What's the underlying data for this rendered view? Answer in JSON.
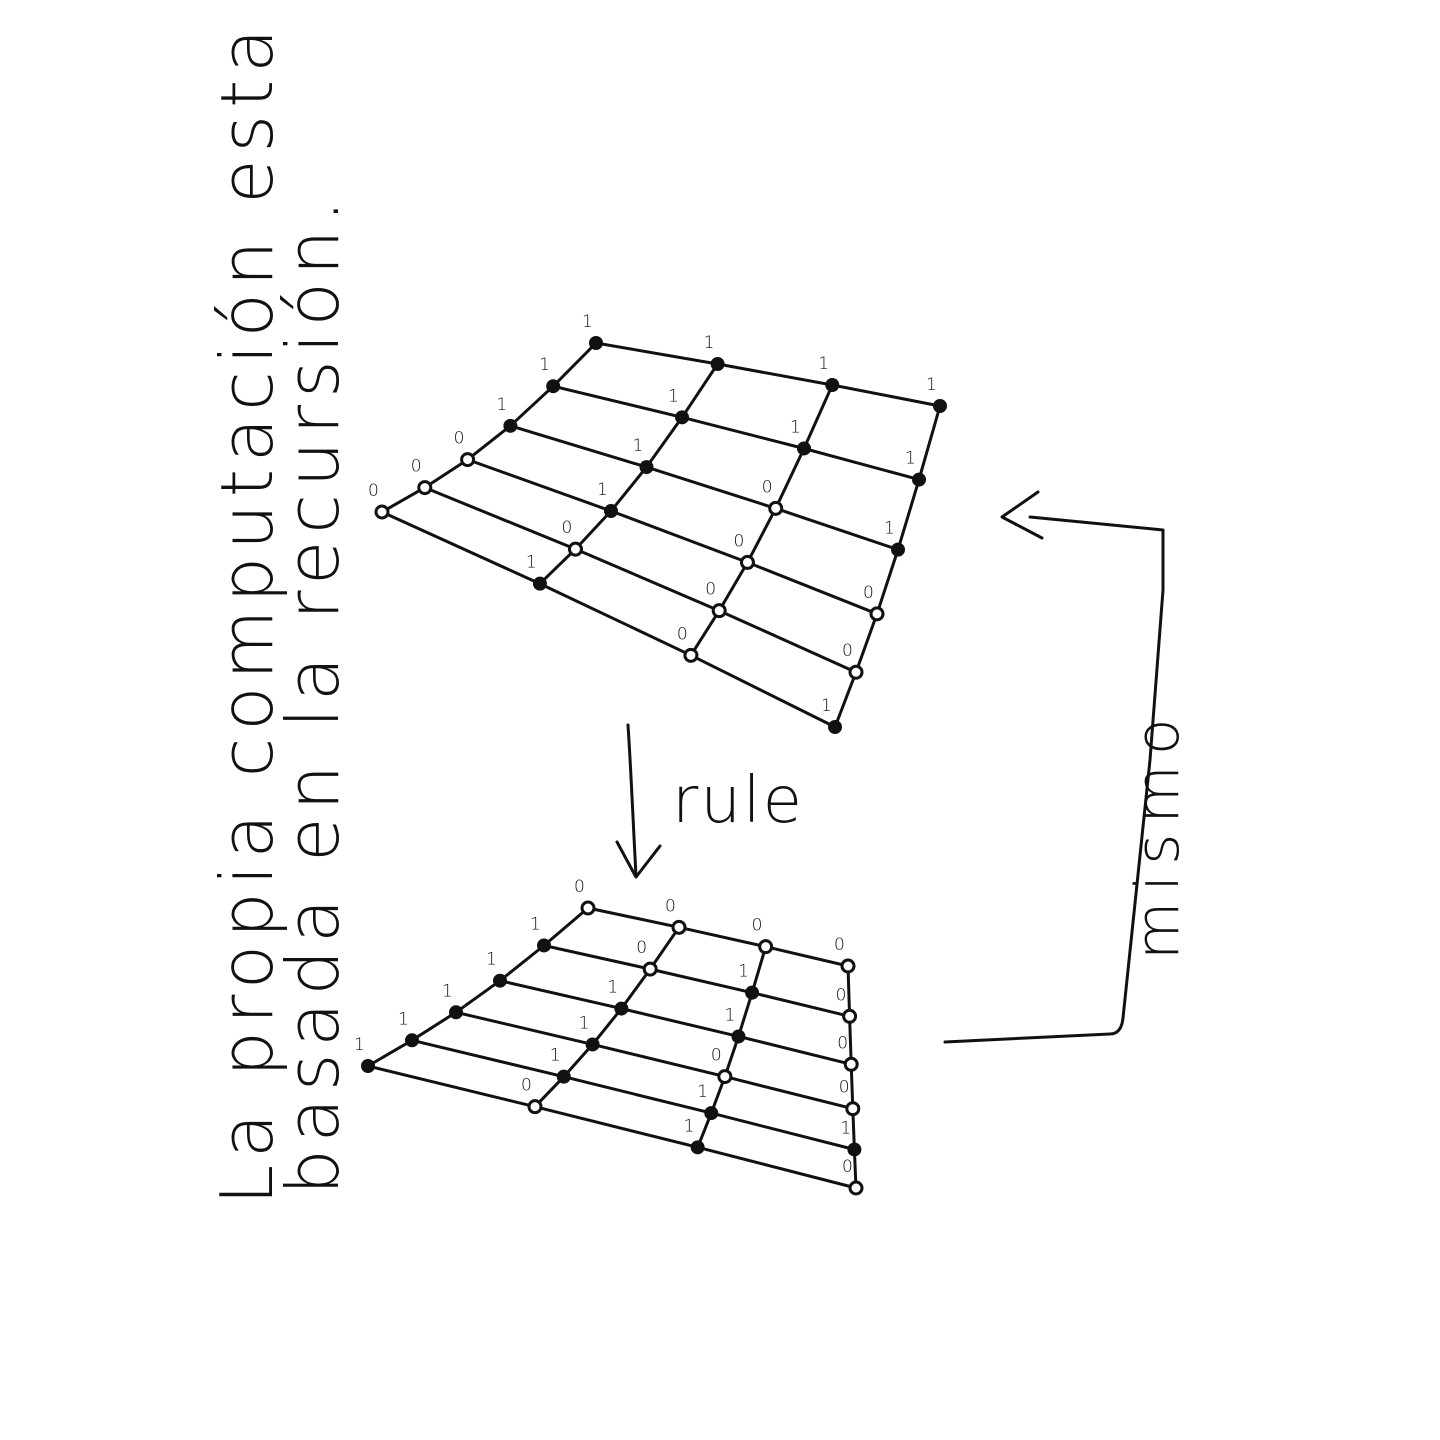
{
  "note": {
    "line1": "La propia computación esta",
    "line2": "basada en la recursión."
  },
  "rule_label": "rule",
  "side_label": "mismo",
  "colors": {
    "ink": "#111111",
    "paper": "#ffffff"
  },
  "top_grid": {
    "rows": [
      [
        "0",
        "0",
        "0",
        "1",
        "1",
        "1"
      ],
      [
        "1",
        "0",
        "1",
        "1",
        "1",
        "1"
      ],
      [
        "0",
        "0",
        "0",
        "0",
        "1",
        "1"
      ],
      [
        "1",
        "0",
        "0",
        "1",
        "1",
        "1"
      ]
    ]
  },
  "bottom_grid": {
    "rows": [
      [
        "1",
        "1",
        "1",
        "1",
        "1",
        "0"
      ],
      [
        "0",
        "1",
        "1",
        "1",
        "0",
        "0"
      ],
      [
        "1",
        "1",
        "0",
        "1",
        "1",
        "0"
      ],
      [
        "0",
        "1",
        "0",
        "0",
        "0",
        "0"
      ]
    ]
  }
}
